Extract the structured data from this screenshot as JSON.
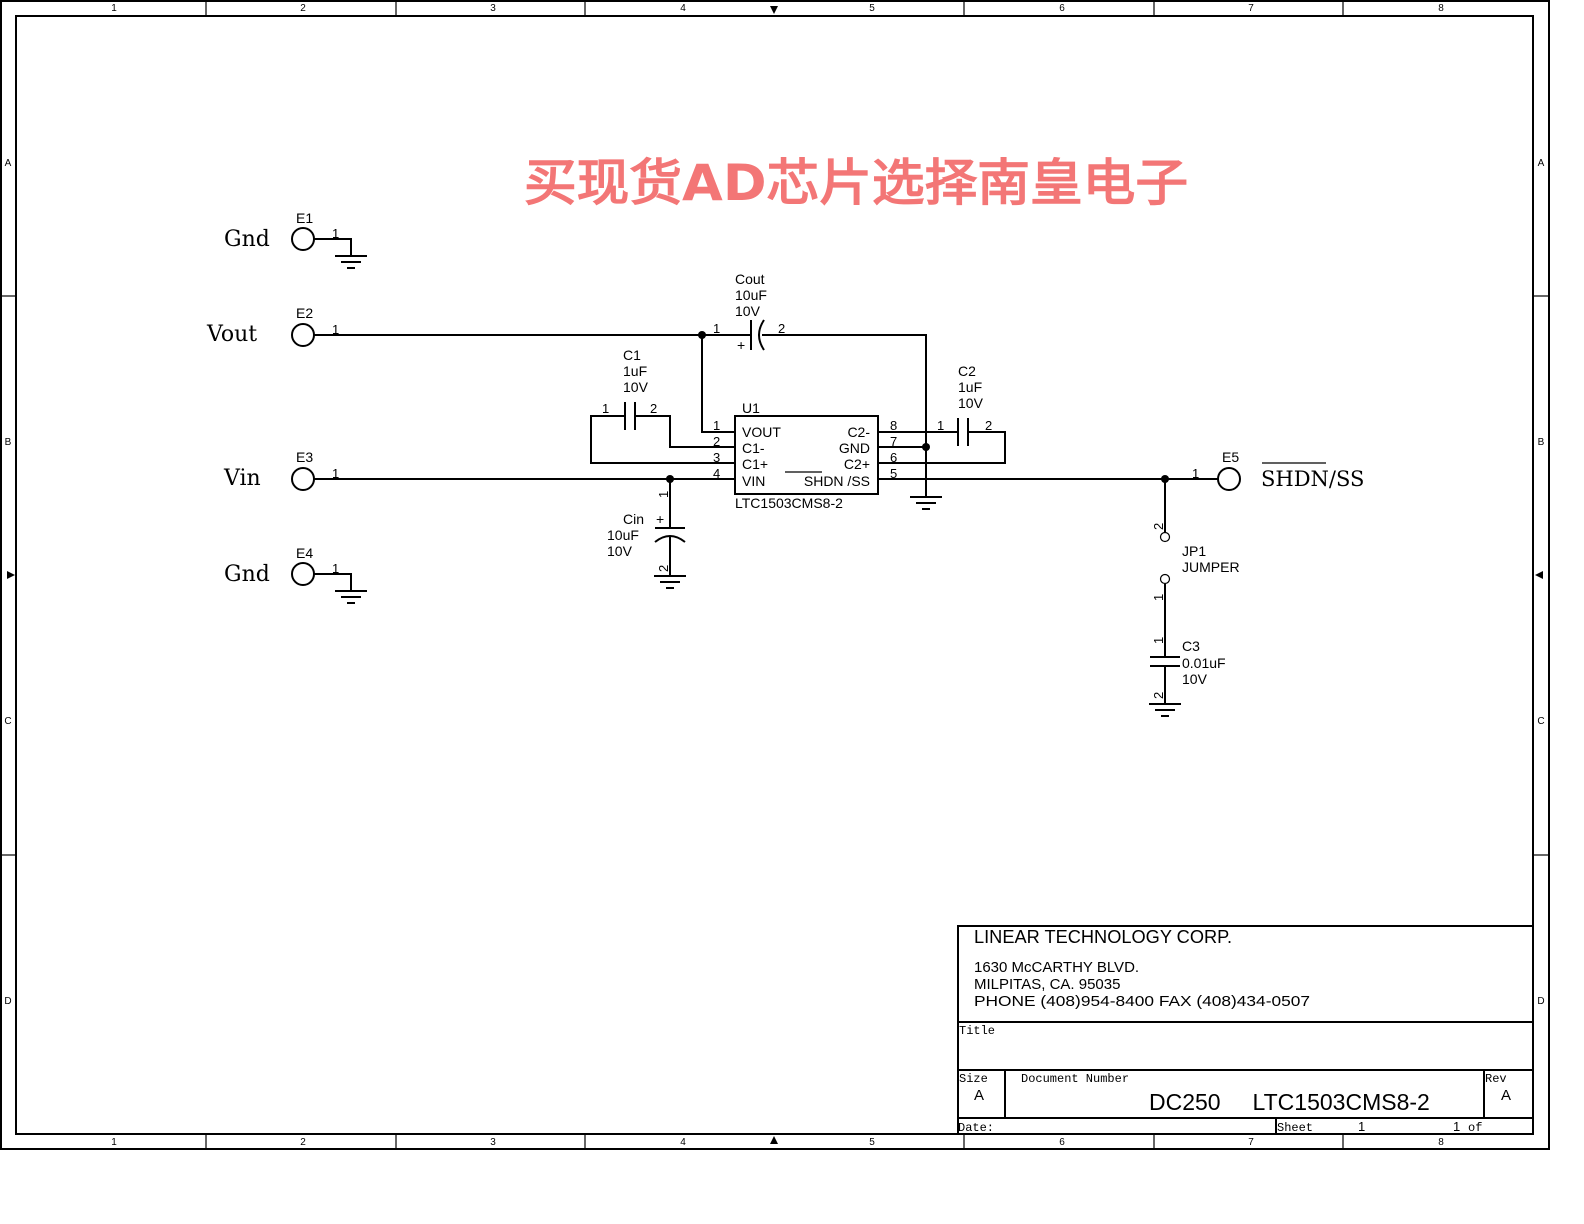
{
  "frame": {
    "columns": [
      "1",
      "2",
      "3",
      "4",
      "5",
      "6",
      "7",
      "8"
    ],
    "rows": [
      "A",
      "B",
      "C",
      "D"
    ]
  },
  "terminals": {
    "e1": {
      "ref": "E1",
      "net": "Gnd",
      "pin": "1"
    },
    "e2": {
      "ref": "E2",
      "net": "Vout",
      "pin": "1"
    },
    "e3": {
      "ref": "E3",
      "net": "Vin",
      "pin": "1"
    },
    "e4": {
      "ref": "E4",
      "net": "Gnd",
      "pin": "1"
    },
    "e5": {
      "ref": "E5",
      "net": "SHDN/SS",
      "pin": "1"
    }
  },
  "components": {
    "cout": {
      "ref": "Cout",
      "value": "10uF",
      "voltage": "10V",
      "pin1": "1",
      "pin2": "2",
      "polarity": "+"
    },
    "c1": {
      "ref": "C1",
      "value": "1uF",
      "voltage": "10V",
      "pin1": "1",
      "pin2": "2"
    },
    "c2": {
      "ref": "C2",
      "value": "1uF",
      "voltage": "10V",
      "pin1": "1",
      "pin2": "2"
    },
    "cin": {
      "ref": "Cin",
      "value": "10uF",
      "voltage": "10V",
      "pin1": "1",
      "pin2": "2",
      "polarity": "+"
    },
    "c3": {
      "ref": "C3",
      "value": "0.01uF",
      "voltage": "10V",
      "pin1": "1",
      "pin2": "2"
    },
    "jp1": {
      "ref": "JP1",
      "value": "JUMPER",
      "pin1": "1",
      "pin2": "2"
    },
    "u1": {
      "ref": "U1",
      "part": "LTC1503CMS8-2",
      "left_pins": [
        {
          "num": "1",
          "name": "VOUT"
        },
        {
          "num": "2",
          "name": "C1-"
        },
        {
          "num": "3",
          "name": "C1+"
        },
        {
          "num": "4",
          "name": "VIN"
        }
      ],
      "right_pins": [
        {
          "num": "8",
          "name": "C2-"
        },
        {
          "num": "7",
          "name": "GND"
        },
        {
          "num": "6",
          "name": "C2+"
        },
        {
          "num": "5",
          "name": "SHDN /SS"
        }
      ]
    }
  },
  "watermark": "买现货AD芯片选择南皇电子",
  "title_block": {
    "company": "LINEAR TECHNOLOGY CORP.",
    "address1": "1630 McCARTHY BLVD.",
    "address2": "MILPITAS, CA. 95035",
    "phone": "PHONE (408)954-8400  FAX (408)434-0507",
    "title_label": "Title",
    "size_label": "Size",
    "size": "A",
    "docnum_label": "Document Number",
    "docnum": "DC250     LTC1503CMS8-2",
    "rev_label": "Rev",
    "rev": "A",
    "date_label": "Date:",
    "sheet_label": "Sheet",
    "sheet": "1",
    "sheet_total": "1",
    "of_label": "of"
  }
}
